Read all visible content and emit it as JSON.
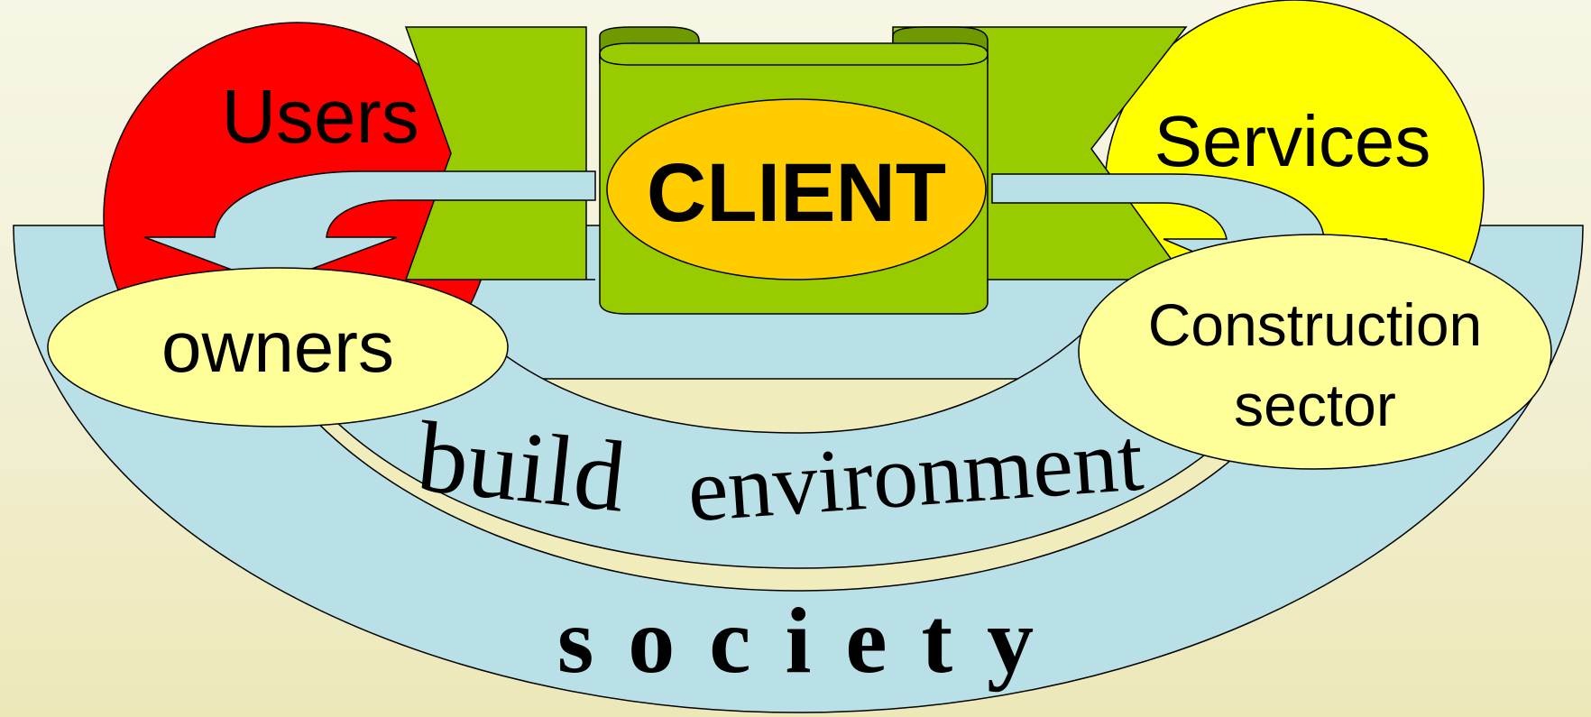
{
  "diagram": {
    "labels": {
      "users": "Users",
      "services": "Services",
      "client": "CLIENT",
      "owners": "owners",
      "construction_line1": "Construction",
      "construction_line2": "sector",
      "build": "build",
      "environment": "environment",
      "society": "s o c i e t y"
    },
    "colors": {
      "users_circle": "#ff0000",
      "services_circle": "#ffff00",
      "client_banner": "#99cc00",
      "client_oval": "#ffcc00",
      "light_oval": "#ffff99",
      "arc_band": "#b9e0e6",
      "arrow_fill": "#b9e0e6",
      "background": "#f3f1d6"
    },
    "icons": [
      "curved-arrow-left-icon",
      "curved-arrow-right-icon",
      "scroll-banner-icon"
    ]
  }
}
